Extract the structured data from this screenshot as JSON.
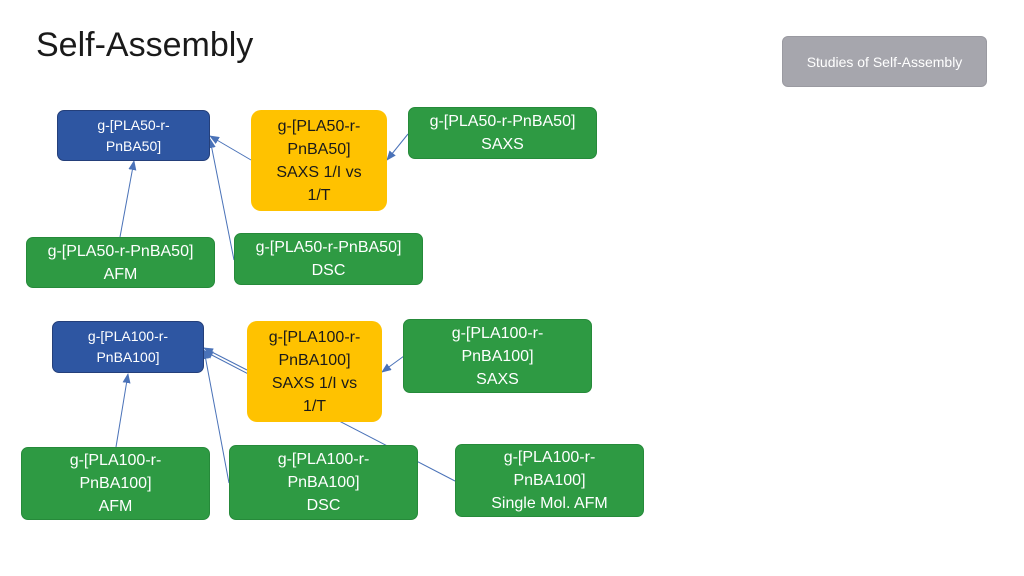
{
  "slide": {
    "title": "Self-Assembly",
    "top_button": "Studies of Self-Assembly"
  },
  "colors": {
    "blue": "#2e56a2",
    "green": "#2e9a43",
    "yellow": "#ffc200",
    "arrow": "#4a72b8",
    "button_gray": "#a6a6ad"
  },
  "group1": {
    "main": "g-[PLA50-r-\nPnBA50]",
    "saxs_vs": "g-[PLA50-r-\nPnBA50]\nSAXS 1/I vs\n1/T",
    "saxs": "g-[PLA50-r-PnBA50]\nSAXS",
    "afm": "g-[PLA50-r-PnBA50]\nAFM",
    "dsc": "g-[PLA50-r-PnBA50]\nDSC"
  },
  "group2": {
    "main": "g-[PLA100-r-\nPnBA100]",
    "saxs_vs": "g-[PLA100-r-\nPnBA100]\nSAXS 1/I vs\n1/T",
    "saxs": "g-[PLA100-r-\nPnBA100]\nSAXS",
    "afm": "g-[PLA100-r-\nPnBA100]\nAFM",
    "dsc": "g-[PLA100-r-\nPnBA100]\nDSC",
    "single_afm": "g-[PLA100-r-\nPnBA100]\nSingle Mol. AFM"
  }
}
